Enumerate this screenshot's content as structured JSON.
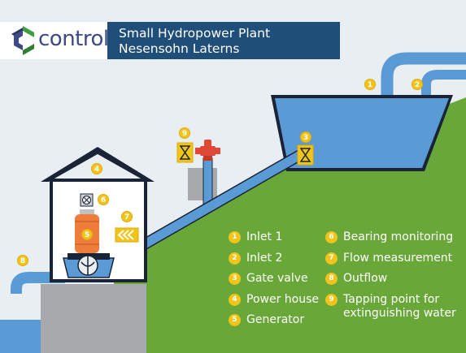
{
  "logo": {
    "text": "control"
  },
  "title": {
    "line1": "Small Hydropower Plant",
    "line2": "Nesensohn Laterns"
  },
  "badges": {
    "inlet_1": "1",
    "inlet_2": "2",
    "gate_valve": "3",
    "power_house": "4",
    "generator": "5",
    "bearing_monitoring": "6",
    "flow_measurement": "7",
    "outflow": "8",
    "tapping_point": "9"
  },
  "legend": [
    {
      "number": "1",
      "label": "Inlet 1"
    },
    {
      "number": "2",
      "label": "Inlet 2"
    },
    {
      "number": "3",
      "label": "Gate valve"
    },
    {
      "number": "4",
      "label": "Power house"
    },
    {
      "number": "5",
      "label": "Generator"
    },
    {
      "number": "6",
      "label": "Bearing monitoring"
    },
    {
      "number": "7",
      "label": "Flow measurement"
    },
    {
      "number": "8",
      "label": "Outflow"
    },
    {
      "number": "9",
      "label": "Tapping point for",
      "label_line2": "extinguishing water"
    }
  ],
  "colors": {
    "background": "#e9eef2",
    "grass": "#6aa739",
    "water": "#5b9bd5",
    "title_bar": "#1f4e79",
    "badge": "#f0c419",
    "wall": "#a7a9ac",
    "generator": "#ee7d3b"
  }
}
